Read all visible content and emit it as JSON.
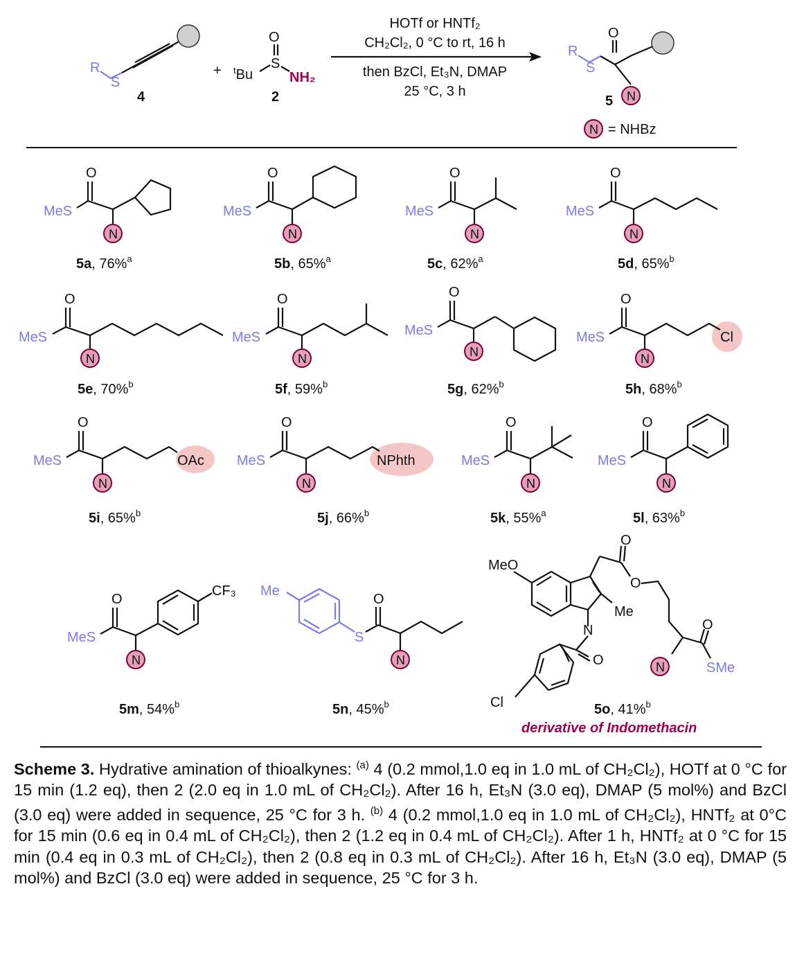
{
  "reaction": {
    "reagent_top": "HOTf or HNTf₂",
    "cond_line2": "CH₂Cl₂, 0 °C to rt, 16 h",
    "cond_line3": "then BzCl, Et₃N, DMAP",
    "cond_line4": "25 °C, 3 h",
    "plus": "+",
    "sm4_r": "R",
    "sm4_s": "S",
    "sm4_num": "4",
    "sm2_o": "O",
    "sm2_s": "S",
    "sm2_tbu_sup": "t",
    "sm2_tbu": "Bu",
    "sm2_nh2": "NH₂",
    "sm2_num": "2",
    "prod_r": "R",
    "prod_s": "S",
    "prod_o": "O",
    "prod_num": "5",
    "legend_n": "N",
    "legend_text": "= NHBz"
  },
  "atoms": {
    "N": "N",
    "O": "O",
    "MeS": "MeS",
    "S": "S",
    "Cl": "Cl",
    "OAc": "OAc",
    "NPhth": "NPhth",
    "CF3": "CF₃",
    "Me": "Me",
    "MeO": "MeO",
    "SMe": "SMe"
  },
  "products": [
    {
      "id": "5a",
      "yield": ", 76%",
      "note": "a"
    },
    {
      "id": "5b",
      "yield": ", 65%",
      "note": "a"
    },
    {
      "id": "5c",
      "yield": ", 62%",
      "note": "a"
    },
    {
      "id": "5d",
      "yield": ", 65%",
      "note": "b"
    },
    {
      "id": "5e",
      "yield": ", 70%",
      "note": "b"
    },
    {
      "id": "5f",
      "yield": ", 59%",
      "note": "b"
    },
    {
      "id": "5g",
      "yield": ", 62%",
      "note": "b"
    },
    {
      "id": "5h",
      "yield": ", 68%",
      "note": "b"
    },
    {
      "id": "5i",
      "yield": ", 65%",
      "note": "b"
    },
    {
      "id": "5j",
      "yield": ", 66%",
      "note": "b"
    },
    {
      "id": "5k",
      "yield": ", 55%",
      "note": "a"
    },
    {
      "id": "5l",
      "yield": ", 63%",
      "note": "b"
    },
    {
      "id": "5m",
      "yield": ", 54%",
      "note": "b"
    },
    {
      "id": "5n",
      "yield": ", 45%",
      "note": "b"
    },
    {
      "id": "5o",
      "yield": ", 41%",
      "note": "b"
    }
  ],
  "indomethacin_note": "derivative of Indomethacin",
  "caption": {
    "label": "Scheme 3.",
    "title": " Hydrative amination of thioalkynes: ",
    "p1": "(a)",
    "t1": " 4 (0.2 mmol,1.0 eq in 1.0 mL of CH₂Cl₂), HOTf at 0 °C for 15 min (1.2 eq), then 2 (2.0 eq in 1.0 mL of CH₂Cl₂). After 16 h, Et₃N (3.0 eq), DMAP (5 mol%) and BzCl (3.0 eq) were added in sequence, 25 °C for 3 h. ",
    "p2": "(b)",
    "t2": " 4 (0.2 mmol,1.0 eq in 1.0 mL of CH₂Cl₂), HNTf₂ at 0°C for 15 min (0.6 eq in 0.4 mL of CH₂Cl₂), then 2 (1.2 eq in 0.4 mL of CH₂Cl₂). After 1 h, HNTf₂ at 0 °C for 15 min (0.4 eq in 0.3 mL of CH₂Cl₂), then 2 (0.8 eq in 0.3 mL of CH₂Cl₂). After 16 h, Et₃N (3.0 eq), DMAP (5 mol%) and BzCl (3.0 eq) were added in sequence, 25 °C for 3 h."
  }
}
